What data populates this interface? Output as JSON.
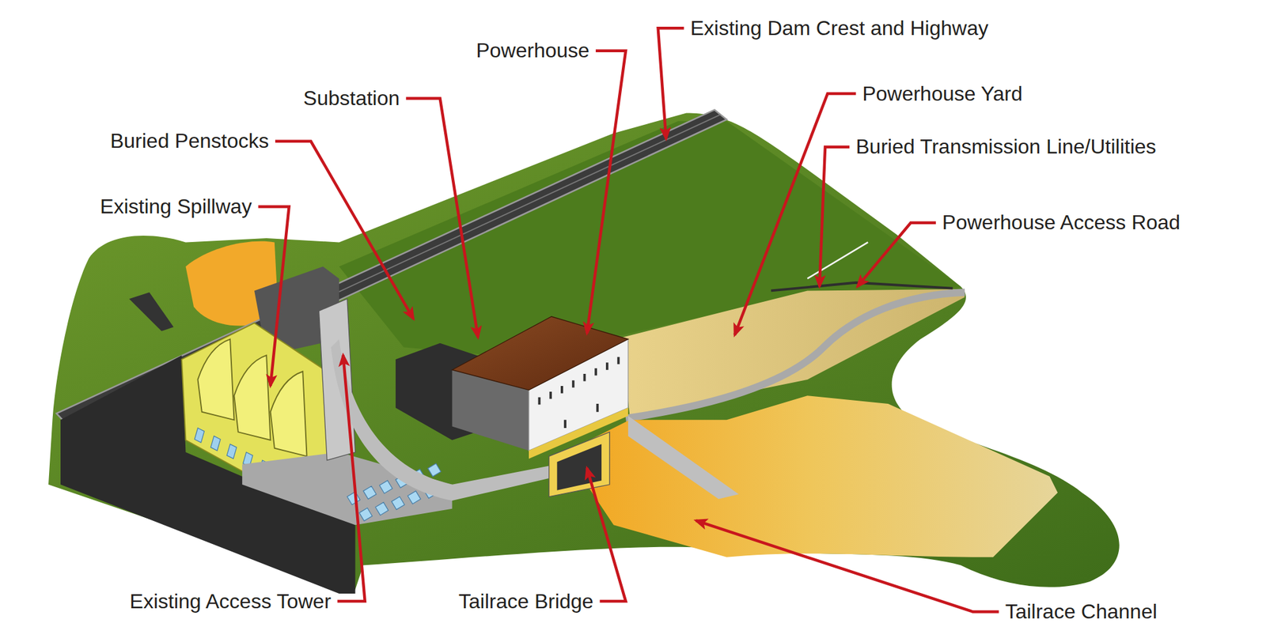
{
  "diagram": {
    "labels": [
      "Existing Dam Crest and Highway",
      "Powerhouse",
      "Powerhouse Yard",
      "Substation",
      "Buried Penstocks",
      "Buried Transmission Line/Utilities",
      "Existing Spillway",
      "Powerhouse Access Road",
      "Existing Access Tower",
      "Tailrace Bridge",
      "Tailrace Channel"
    ]
  }
}
